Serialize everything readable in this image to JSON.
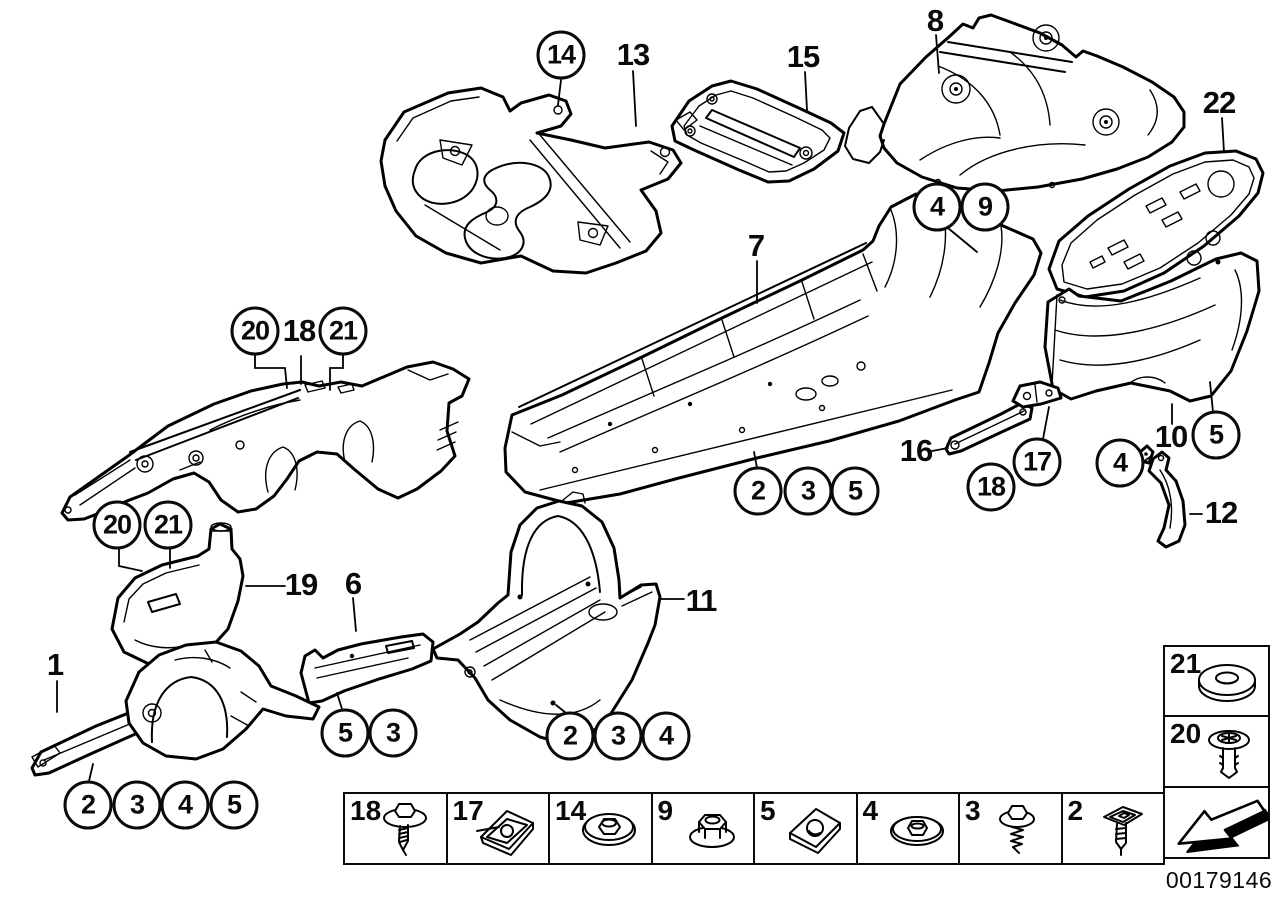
{
  "document": {
    "number": "00179146"
  },
  "colors": {
    "line": "#000000",
    "background": "#ffffff"
  },
  "callouts": {
    "circled": [
      {
        "label": "14"
      },
      {
        "label": "4"
      },
      {
        "label": "9"
      },
      {
        "label": "20"
      },
      {
        "label": "21"
      },
      {
        "label": "20"
      },
      {
        "label": "21"
      },
      {
        "label": "2"
      },
      {
        "label": "3"
      },
      {
        "label": "5"
      },
      {
        "label": "17"
      },
      {
        "label": "18"
      },
      {
        "label": "4"
      },
      {
        "label": "5"
      },
      {
        "label": "5"
      },
      {
        "label": "3"
      },
      {
        "label": "2"
      },
      {
        "label": "3"
      },
      {
        "label": "4"
      },
      {
        "label": "2"
      },
      {
        "label": "3"
      },
      {
        "label": "4"
      },
      {
        "label": "5"
      }
    ],
    "plain": [
      {
        "label": "13"
      },
      {
        "label": "15"
      },
      {
        "label": "8"
      },
      {
        "label": "22"
      },
      {
        "label": "7"
      },
      {
        "label": "18"
      },
      {
        "label": "16"
      },
      {
        "label": "10"
      },
      {
        "label": "12"
      },
      {
        "label": "19"
      },
      {
        "label": "6"
      },
      {
        "label": "11"
      },
      {
        "label": "1"
      }
    ]
  },
  "legend": {
    "items": [
      {
        "label": "18",
        "icon": "screw-washer-icon"
      },
      {
        "label": "17",
        "icon": "clip-nut-icon"
      },
      {
        "label": "14",
        "icon": "washer-nut-icon"
      },
      {
        "label": "9",
        "icon": "flange-nut-icon"
      },
      {
        "label": "5",
        "icon": "sheet-clip-icon"
      },
      {
        "label": "4",
        "icon": "plastic-nut-icon"
      },
      {
        "label": "3",
        "icon": "hex-screw-icon"
      },
      {
        "label": "2",
        "icon": "expansion-rivet-icon"
      }
    ]
  },
  "side_panel": {
    "items": [
      {
        "label": "21",
        "icon": "washer-icon"
      },
      {
        "label": "20",
        "icon": "push-rivet-icon"
      }
    ],
    "arrow_icon": "direction-arrow-icon"
  }
}
